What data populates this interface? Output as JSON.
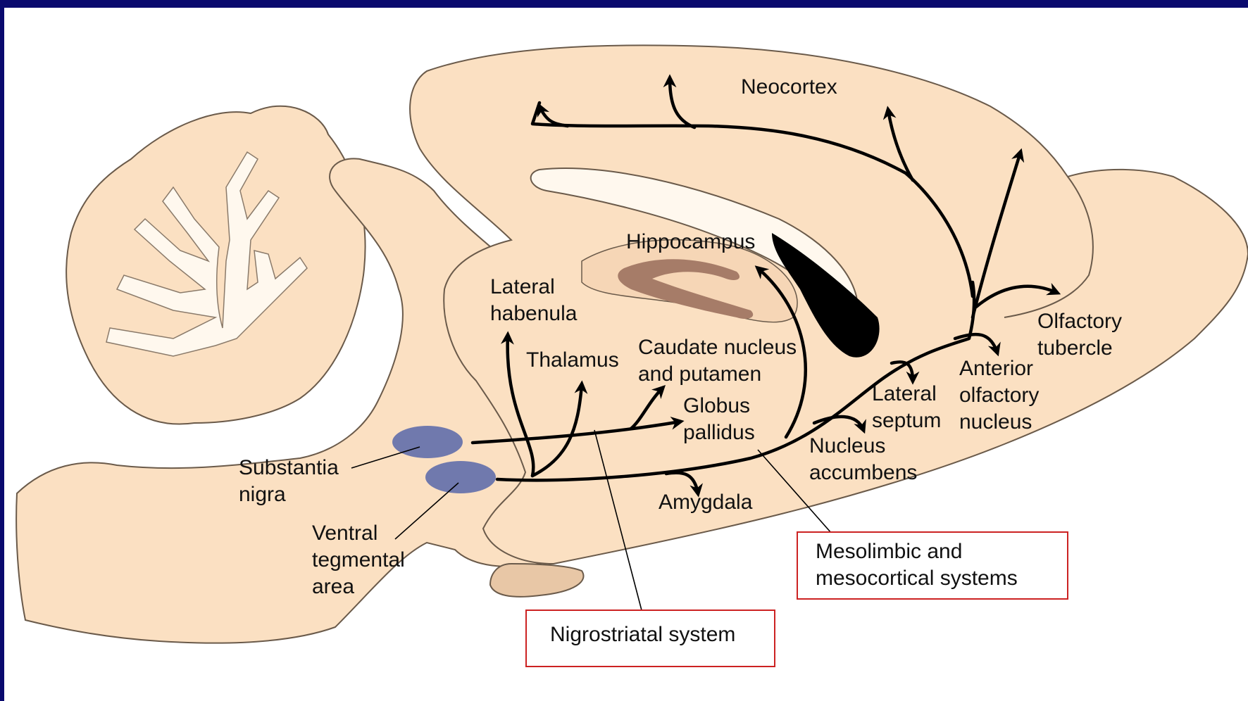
{
  "colors": {
    "border": "#0a0a6e",
    "tissue": "#fbe0c2",
    "nucleus": "#7079ad",
    "hippocampus": "#a67c68",
    "ventricle": "#000000",
    "box_border": "#cc2222"
  },
  "labels": {
    "neocortex": "Neocortex",
    "hippocampus": "Hippocampus",
    "lateral_habenula": [
      "Lateral",
      "habenula"
    ],
    "thalamus": "Thalamus",
    "caudate": [
      "Caudate nucleus",
      "and putamen"
    ],
    "globus_pallidus": [
      "Globus",
      "pallidus"
    ],
    "substantia_nigra": [
      "Substantia",
      "nigra"
    ],
    "vta": [
      "Ventral",
      "tegmental",
      "area"
    ],
    "amygdala": "Amygdala",
    "nucleus_accumbens": [
      "Nucleus",
      "accumbens"
    ],
    "lateral_septum": [
      "Lateral",
      "septum"
    ],
    "anterior_olfactory": [
      "Anterior",
      "olfactory",
      "nucleus"
    ],
    "olfactory_tubercle": [
      "Olfactory",
      "tubercle"
    ]
  },
  "boxes": {
    "mesolimbic": [
      "Mesolimbic and",
      "mesocortical systems"
    ],
    "nigrostriatal": "Nigrostriatal system"
  }
}
